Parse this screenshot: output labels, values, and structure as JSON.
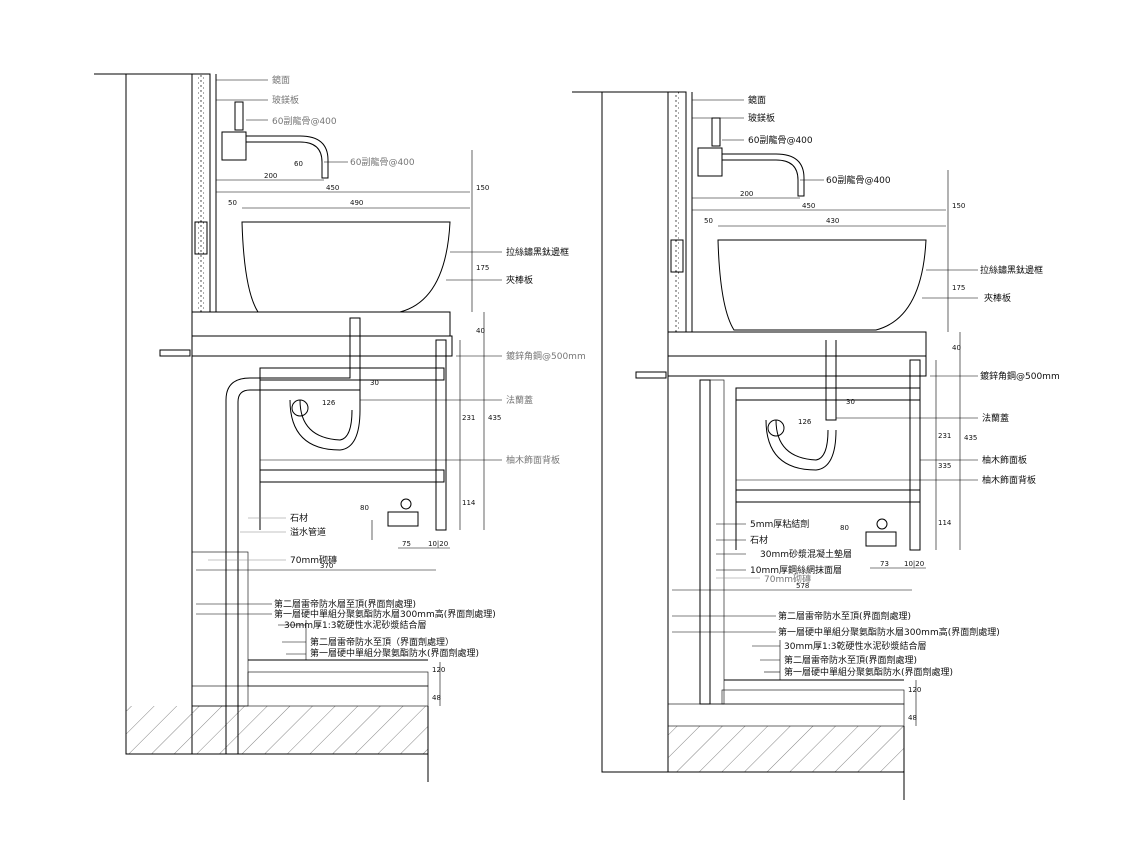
{
  "left_detail": {
    "labels": {
      "mirror": "鏡面",
      "glass_board": "玻鎂板",
      "keel_top": "60副龍骨@400",
      "keel_mid": "60副龍骨@400",
      "granite_edge": "拉絲鏽黑鈦邊框",
      "plywood": "夾棒板",
      "angle_steel": "鍍鋅角鋼@500mm",
      "drain_cover": "法蘭蓋",
      "wood_back": "柚木飾面背板",
      "stone": "石材",
      "drain_pipe": "溢水管道",
      "brick": "70mm砌磚",
      "w1": "第二層雷帝防水層至頂(界面劑處理)",
      "w2": "第一層硬中單組分聚氨酯防水層300mm高(界面劑處理)",
      "w3": "30mm厚1:3乾硬性水泥砂漿結合層",
      "w4": "第二層雷帝防水至頂（界面劑處理）",
      "w5": "第一層硬中單組分聚氨酯防水(界面劑處理)"
    },
    "dims": {
      "d200": "200",
      "d450": "450",
      "d50": "50",
      "d490": "490",
      "d150": "150",
      "d175": "175",
      "d40": "40",
      "d60": "60",
      "d30": "30",
      "d126": "126",
      "d231": "231",
      "d435": "435",
      "d114": "114",
      "d75": "75",
      "d1020": "10|20",
      "d370": "370",
      "d120": "120",
      "d48": "48",
      "d80": "80"
    }
  },
  "right_detail": {
    "labels": {
      "mirror": "鏡面",
      "glass_board": "玻鎂板",
      "keel_top": "60副龍骨@400",
      "keel_mid": "60副龍骨@400",
      "granite_edge": "拉絲鏽黑鈦邊框",
      "plywood": "夾棒板",
      "angle_steel": "鍍鋅角鋼@500mm",
      "drain_cover": "法蘭蓋",
      "wood_panel": "柚木飾面板",
      "wood_back": "柚木飾面背板",
      "adhesive": "5mm厚粘結劑",
      "stone": "石材",
      "concrete": "30mm砂漿混凝土墊層",
      "mesh": "10mm厚鋼絲網抹面層",
      "brick": "70mm砌磚",
      "w1": "第二層雷帝防水至頂(界面劑處理)",
      "w2": "第一層硬中單組分聚氨酯防水層300mm高(界面劑處理)",
      "w3": "30mm厚1:3乾硬性水泥砂漿結合層",
      "w4": "第二層雷帝防水至頂(界面劑處理)",
      "w5": "第一層硬中單組分聚氨酯防水(界面劑處理)"
    },
    "dims": {
      "d200": "200",
      "d450": "450",
      "d50": "50",
      "d430": "430",
      "d150": "150",
      "d175": "175",
      "d40": "40",
      "d30": "30",
      "d126": "126",
      "d231": "231",
      "d435": "435",
      "d335": "335",
      "d114": "114",
      "d73": "73",
      "d1020": "10|20",
      "d578": "578",
      "d120": "120",
      "d48": "48",
      "d80": "80"
    }
  }
}
